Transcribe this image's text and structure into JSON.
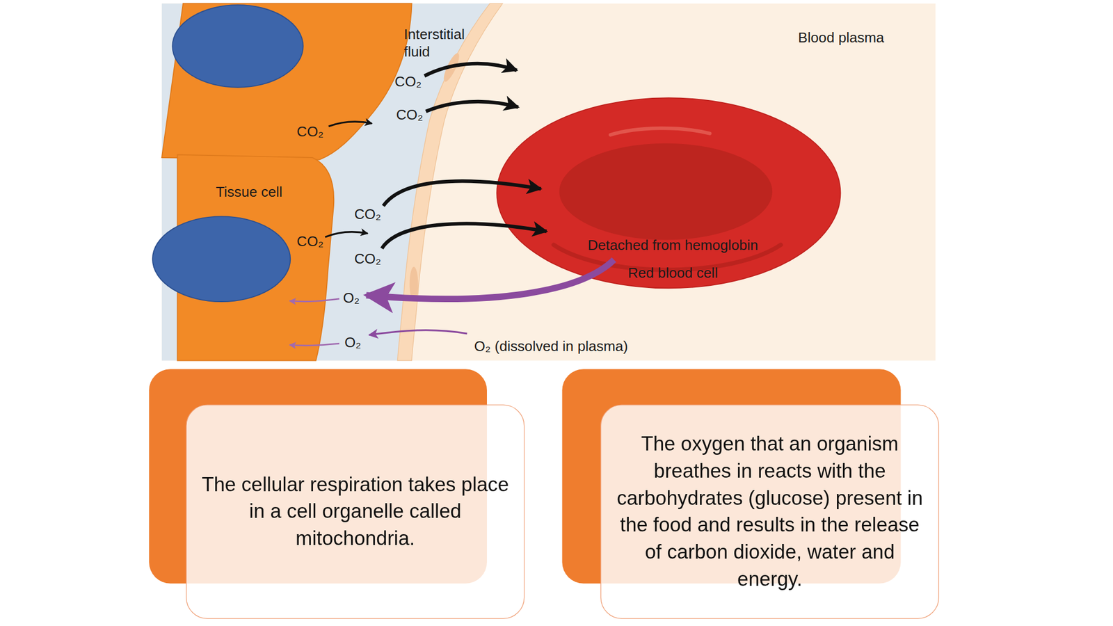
{
  "diagram": {
    "nodes": [
      {
        "text": [
          "CO₂"
        ]
      },
      {
        "text": [
          "Tissue cell",
          "CO₂"
        ]
      },
      {
        "text": [
          "Detached from hemoglobin",
          "Red blood cell"
        ]
      },
      {
        "text": [
          "The cellular respiration takes place in a cell organelle called mitochondria."
        ]
      },
      {
        "text": [
          "The oxygen that an organism breathes in reacts with the carbohydrates (glucose) present in the food and results in the release of carbon dioxide, water and energy."
        ]
      }
    ],
    "labels": [
      "Interstitial fluid",
      "Blood plasma",
      "CO₂",
      "CO₂",
      "CO₂",
      "CO₂",
      "O₂",
      "O₂",
      "O₂ (dissolved in plasma)"
    ]
  }
}
